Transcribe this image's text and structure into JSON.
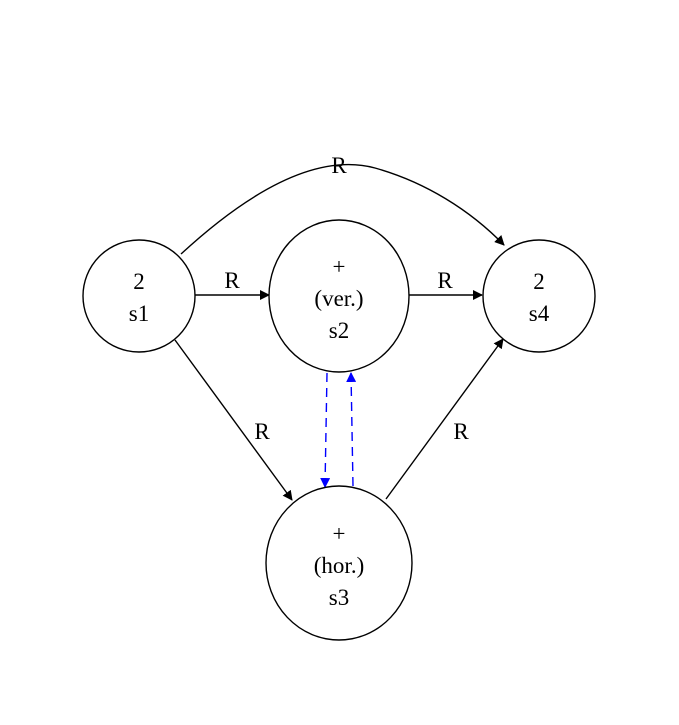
{
  "colors": {
    "edge": "#000000",
    "dashed_edge": "#0000ff",
    "node_fill": "#ffffff",
    "node_stroke": "#000000"
  },
  "nodes": {
    "s1": {
      "line1": "2",
      "line2": "s1"
    },
    "s2": {
      "line1": "+",
      "line2": "(ver.)",
      "line3": "s2"
    },
    "s3": {
      "line1": "+",
      "line2": "(hor.)",
      "line3": "s3"
    },
    "s4": {
      "line1": "2",
      "line2": "s4"
    }
  },
  "edges": {
    "s1_s4": {
      "from": "s1",
      "to": "s4",
      "label": "R",
      "style": "solid"
    },
    "s1_s2": {
      "from": "s1",
      "to": "s2",
      "label": "R",
      "style": "solid"
    },
    "s2_s4": {
      "from": "s2",
      "to": "s4",
      "label": "R",
      "style": "solid"
    },
    "s1_s3": {
      "from": "s1",
      "to": "s3",
      "label": "R",
      "style": "solid"
    },
    "s3_s4": {
      "from": "s3",
      "to": "s4",
      "label": "R",
      "style": "solid"
    },
    "s2_s3": {
      "from": "s2",
      "to": "s3",
      "label": "",
      "style": "dashed"
    },
    "s3_s2": {
      "from": "s3",
      "to": "s2",
      "label": "",
      "style": "dashed"
    }
  }
}
